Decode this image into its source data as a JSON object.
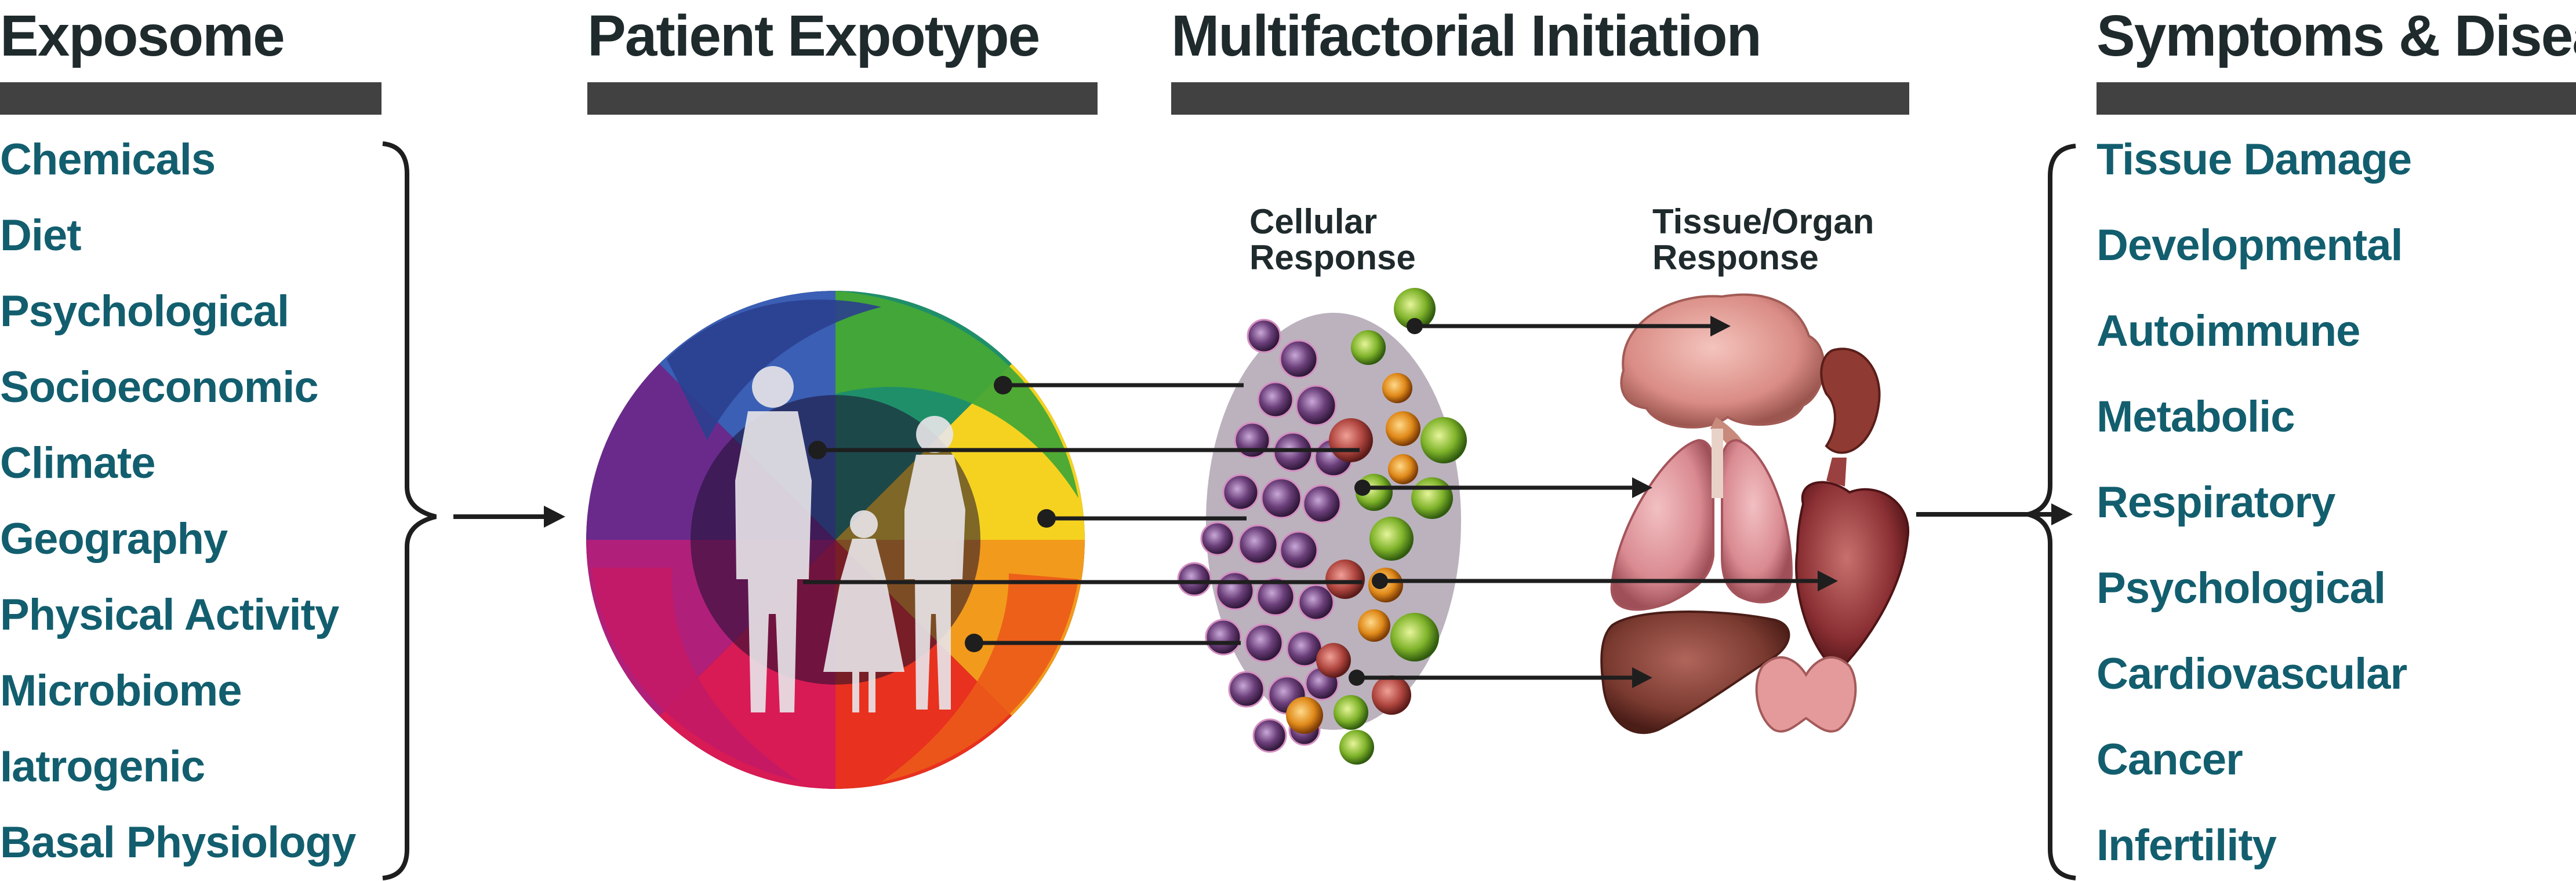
{
  "headers": {
    "exposome": "Exposome",
    "expotype": "Patient Expotype",
    "initiation": "Multifactorial Initiation",
    "symptoms": "Symptoms & Disease"
  },
  "exposome_items": [
    "Chemicals",
    "Diet",
    "Psychological",
    "Socioeconomic",
    "Climate",
    "Geography",
    "Physical Activity",
    "Microbiome",
    "Iatrogenic",
    "Basal Physiology"
  ],
  "disease_items": [
    "Tissue Damage",
    "Developmental",
    "Autoimmune",
    "Metabolic",
    "Respiratory",
    "Psychological",
    "Cardiovascular",
    "Cancer",
    "Infertility"
  ],
  "sublabels": {
    "cellular": "Cellular Response",
    "tissue": "Tissue/Organ Response"
  },
  "colors": {
    "header_text": "#1f2a2c",
    "header_bar": "#414141",
    "list_text": "#125e6e",
    "arrows": "#1e1e1e"
  },
  "icons": {
    "wheel": "colour-spiral-wheel",
    "family": "family-silhouette",
    "cells": "cell-cluster",
    "organs": [
      "brain",
      "kidney",
      "lungs",
      "heart",
      "liver",
      "thyroid"
    ]
  }
}
